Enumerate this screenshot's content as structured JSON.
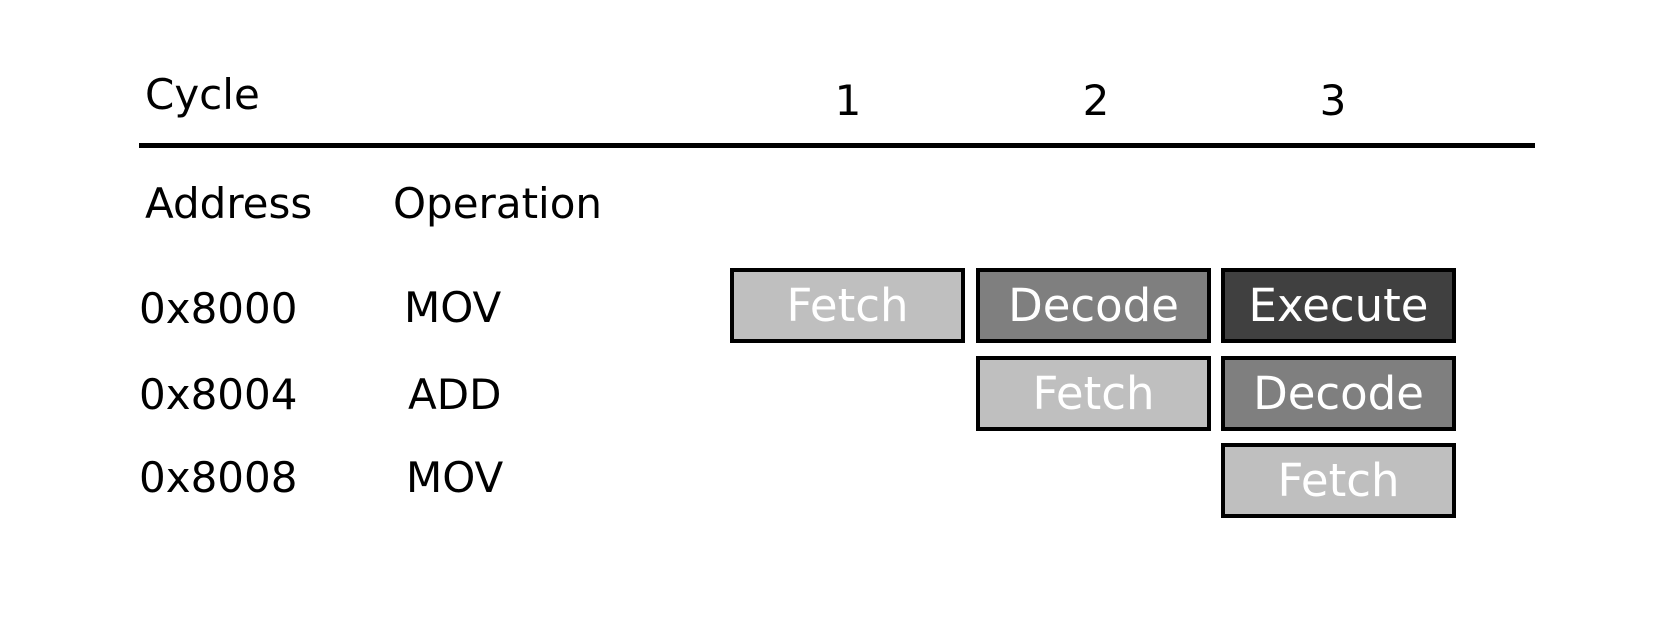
{
  "header": {
    "cycle_label": "Cycle",
    "cycles": [
      "1",
      "2",
      "3"
    ]
  },
  "columns": {
    "address_label": "Address",
    "operation_label": "Operation"
  },
  "rows": [
    {
      "address": "0x8000",
      "operation": "MOV",
      "stages": [
        {
          "cycle": 1,
          "label": "Fetch"
        },
        {
          "cycle": 2,
          "label": "Decode"
        },
        {
          "cycle": 3,
          "label": "Execute"
        }
      ]
    },
    {
      "address": "0x8004",
      "operation": "ADD",
      "stages": [
        {
          "cycle": 2,
          "label": "Fetch"
        },
        {
          "cycle": 3,
          "label": "Decode"
        }
      ]
    },
    {
      "address": "0x8008",
      "operation": "MOV",
      "stages": [
        {
          "cycle": 3,
          "label": "Fetch"
        }
      ]
    }
  ],
  "stage_colors": {
    "Fetch": "#bfbfbf",
    "Decode": "#7f7f7f",
    "Execute": "#404040"
  }
}
